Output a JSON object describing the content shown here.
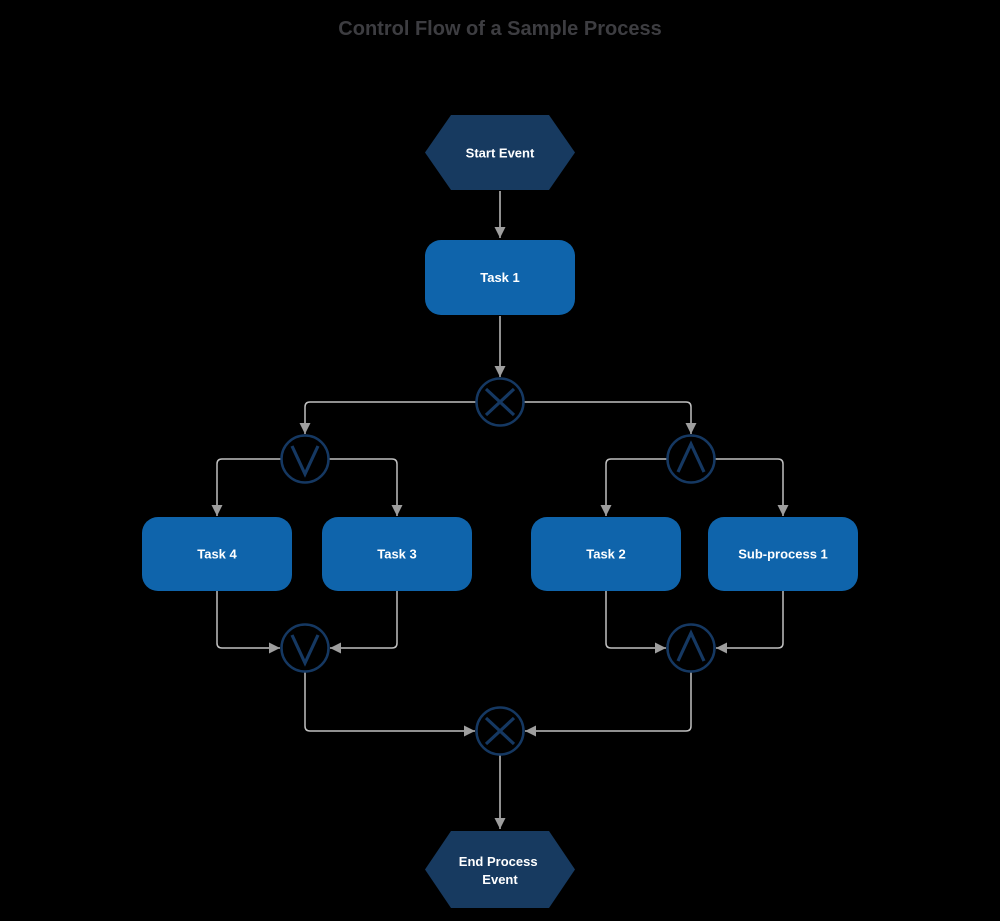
{
  "title": "Control Flow of a Sample Process",
  "colors": {
    "background": "#000000",
    "event_fill": "#173a60",
    "task_fill": "#0f64ab",
    "gateway_stroke": "#153862",
    "connector_line": "#c0c0c0",
    "arrowhead": "#9e9e9e",
    "node_text": "#ffffff",
    "title_text": "#3d3d41"
  },
  "nodes": {
    "start_event": {
      "label": "Start Event"
    },
    "task1": {
      "label": "Task 1"
    },
    "task4": {
      "label": "Task 4"
    },
    "task3": {
      "label": "Task 3"
    },
    "task2": {
      "label": "Task 2"
    },
    "subprocess1": {
      "label": "Sub-process 1"
    },
    "end_event": {
      "label": "End Process Event",
      "line1": "End Process",
      "line2": "Event"
    }
  },
  "gateways": {
    "xor_split": {
      "symbol": "×"
    },
    "or_split": {
      "symbol": "∨"
    },
    "and_split": {
      "symbol": "∧"
    },
    "or_join": {
      "symbol": "∨"
    },
    "and_join": {
      "symbol": "∧"
    },
    "xor_join": {
      "symbol": "×"
    }
  }
}
